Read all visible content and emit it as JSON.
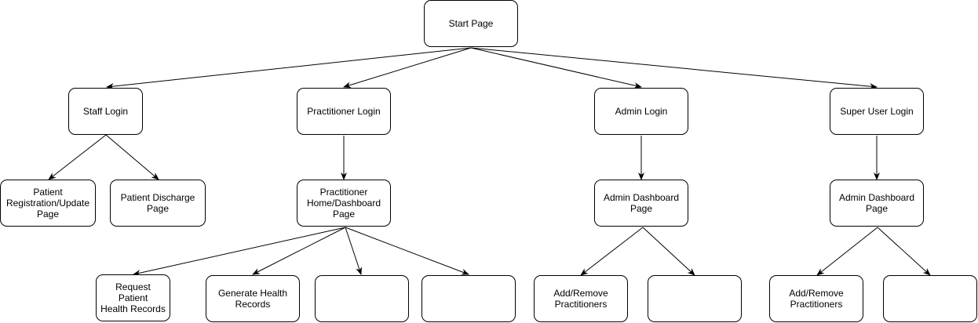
{
  "nodes": {
    "start": "Start Page",
    "staff_login": "Staff Login",
    "practitioner_login": "Practitioner Login",
    "admin_login": "Admin Login",
    "super_user_login": "Super User Login",
    "patient_registration": "Patient\nRegistration/Update\nPage",
    "patient_discharge": "Patient Discharge\nPage",
    "practitioner_home": "Practitioner\nHome/Dashboard\nPage",
    "admin_dashboard": "Admin Dashboard\nPage",
    "super_admin_dashboard": "Admin Dashboard\nPage",
    "request_records": "Request Patient\nHealth Records",
    "generate_records": "Generate Health\nRecords",
    "practitioner_blank_1": "",
    "practitioner_blank_2": "",
    "admin_add_remove": "Add/Remove\nPractitioners",
    "admin_blank": "",
    "super_add_remove": "Add/Remove\nPractitioners",
    "super_blank": ""
  },
  "colors": {
    "stroke": "#000000",
    "fill": "#ffffff",
    "text": "#000000"
  }
}
